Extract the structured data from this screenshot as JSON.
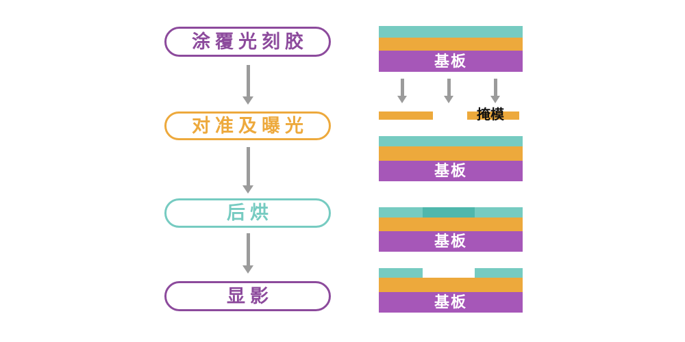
{
  "colors": {
    "purple": "#8C4A9C",
    "purple_fill": "#A657B8",
    "orange": "#EDA93C",
    "teal": "#76CBC1",
    "teal_dark": "#4FB7AC",
    "arrow_gray": "#9B9B9B",
    "mask_text": "#111111",
    "substrate_text": "#FFFFFF",
    "background": "#FFFFFF"
  },
  "flowchart": {
    "steps": [
      {
        "label": "涂覆光刻胶"
      },
      {
        "label": "对准及曝光"
      },
      {
        "label": "后烘"
      },
      {
        "label": "显影"
      }
    ]
  },
  "diagram": {
    "substrate_label": "基板",
    "mask_label": "掩模"
  }
}
